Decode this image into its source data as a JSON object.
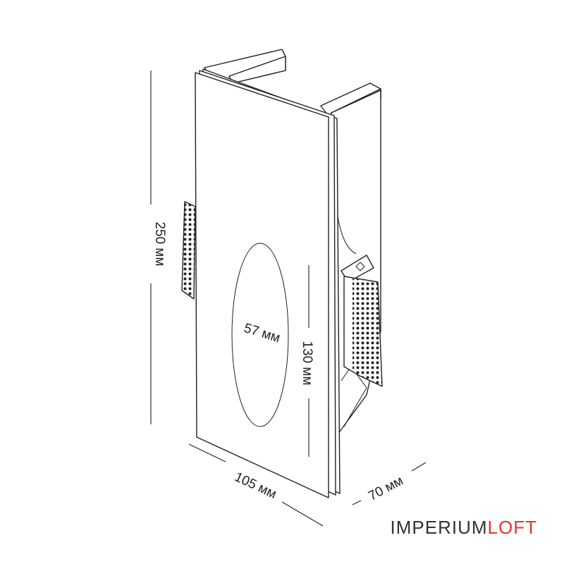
{
  "dimensions": {
    "height": "250 мм",
    "width": "105 мм",
    "depth": "70 мм",
    "opening_height": "130 мм",
    "opening_width": "57 мм"
  },
  "brand": {
    "primary": "IMPERIUM",
    "accent": "LOFT",
    "accent_color": "#e3342f"
  }
}
